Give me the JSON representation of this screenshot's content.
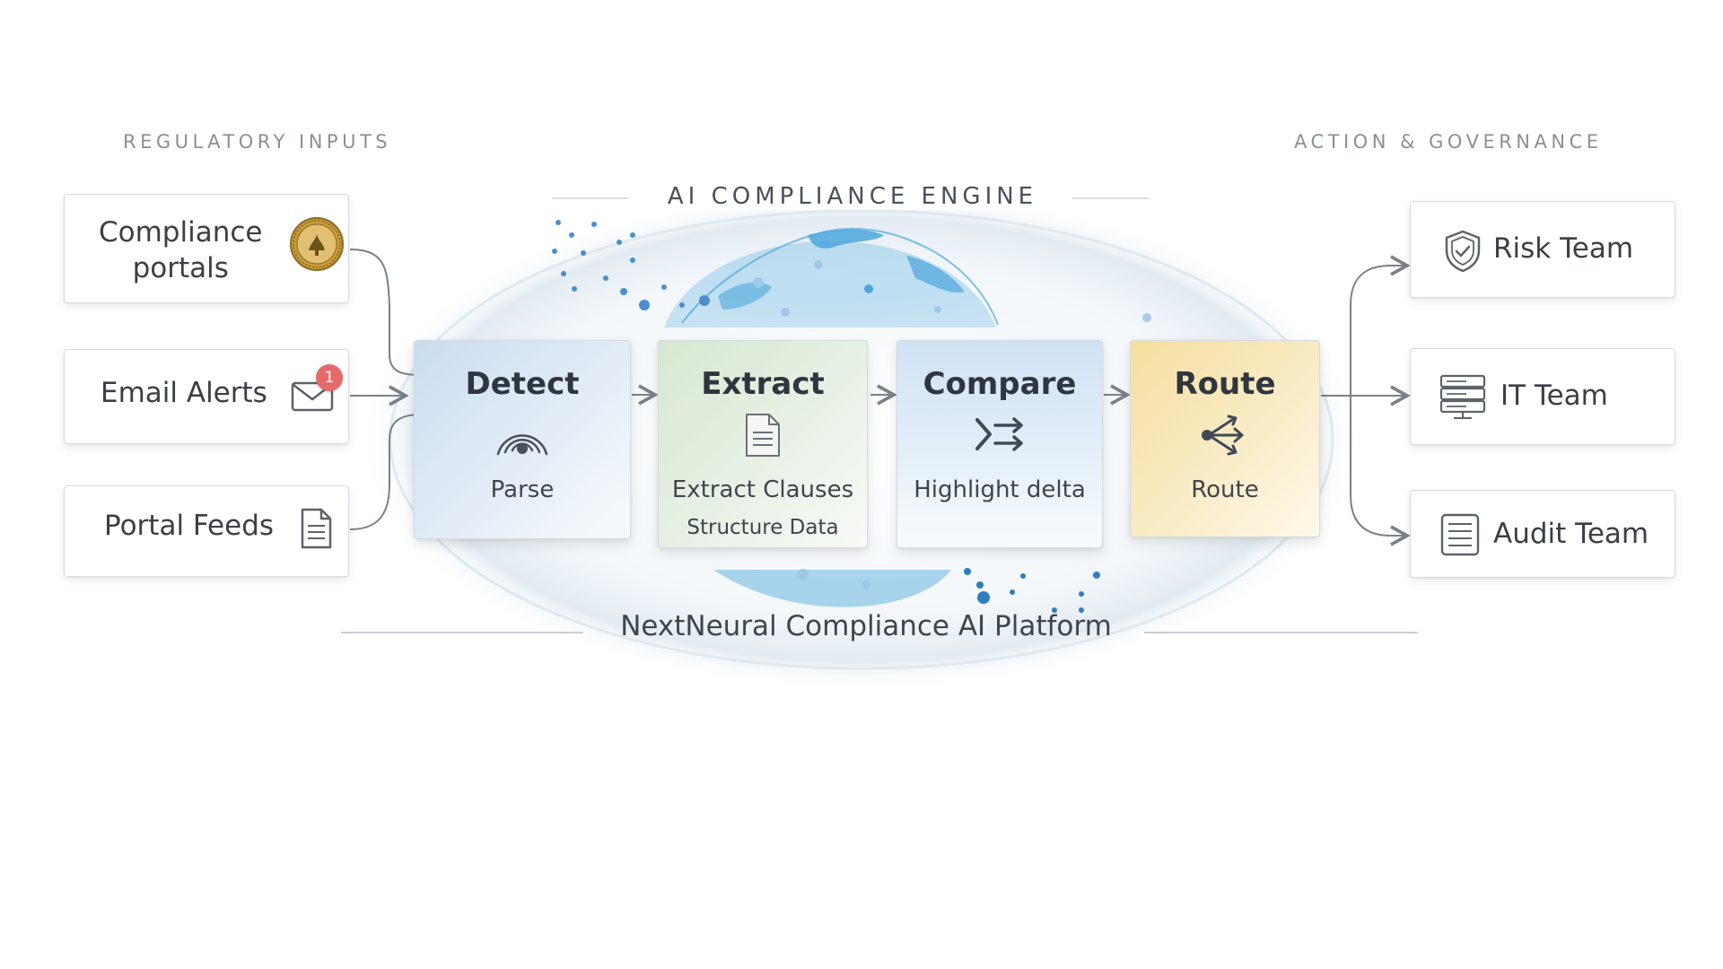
{
  "sections": {
    "inputs_label": "REGULATORY INPUTS",
    "actions_label": "ACTION & GOVERNANCE",
    "engine_title": "AI COMPLIANCE ENGINE",
    "platform_title": "NextNeural Compliance AI Platform"
  },
  "inputs": [
    {
      "label_line1": "Compliance",
      "label_line2": "portals",
      "icon": "regulator-seal-icon"
    },
    {
      "label": "Email Alerts",
      "icon": "envelope-icon",
      "badge": "1"
    },
    {
      "label": "Portal Feeds",
      "icon": "document-icon"
    }
  ],
  "stages": [
    {
      "title": "Detect",
      "icon": "signal-broadcast-icon",
      "sub1": "Parse"
    },
    {
      "title": "Extract",
      "icon": "document-icon",
      "sub1": "Extract Clauses",
      "sub2": "Structure Data"
    },
    {
      "title": "Compare",
      "icon": "compare-arrows-icon",
      "sub1": "Highlight delta"
    },
    {
      "title": "Route",
      "icon": "share-route-icon",
      "sub1": "Route"
    }
  ],
  "outputs": [
    {
      "label": "Risk Team",
      "icon": "shield-check-icon"
    },
    {
      "label": "IT Team",
      "icon": "server-rack-icon"
    },
    {
      "label": "Audit Team",
      "icon": "ledger-document-icon"
    }
  ],
  "colors": {
    "detect_tint": "#cfe0f2",
    "extract_tint": "#dcebd6",
    "compare_tint": "#d3e5f5",
    "route_tint": "#f7e4b0",
    "globe_blue": "#4aa6dc",
    "badge_red": "#e56b6b",
    "connector_gray": "#7b8088"
  }
}
